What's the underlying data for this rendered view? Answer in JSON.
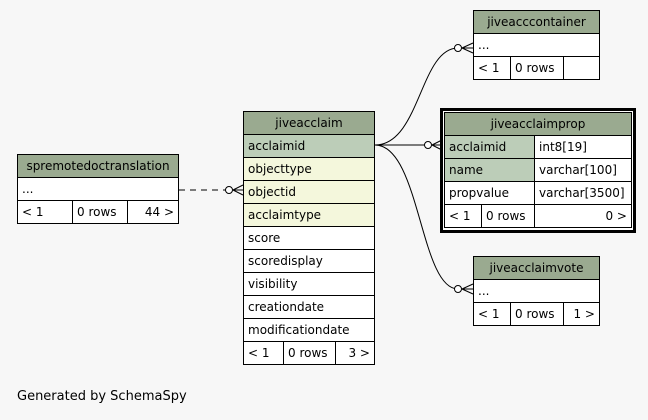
{
  "footer": "Generated by SchemaSpy",
  "tables": {
    "spremotedoctranslation": {
      "title": "spremotedoctranslation",
      "rows": [
        "..."
      ],
      "stats": [
        "< 1",
        "0 rows",
        "44 >"
      ]
    },
    "jiveacclaim": {
      "title": "jiveacclaim",
      "rows": [
        "acclaimid",
        "objecttype",
        "objectid",
        "acclaimtype",
        "score",
        "scoredisplay",
        "visibility",
        "creationdate",
        "modificationdate"
      ],
      "stats": [
        "< 1",
        "0 rows",
        "3 >"
      ]
    },
    "jiveacccontainer": {
      "title": "jiveacccontainer",
      "rows": [
        "..."
      ],
      "stats": [
        "< 1",
        "0 rows",
        ""
      ]
    },
    "jiveacclaimprop": {
      "title": "jiveacclaimprop",
      "columns": [
        {
          "name": "acclaimid",
          "type": "int8[19]"
        },
        {
          "name": "name",
          "type": "varchar[100]"
        },
        {
          "name": "propvalue",
          "type": "varchar[3500]"
        }
      ],
      "stats": [
        "< 1",
        "0 rows",
        "0 >"
      ]
    },
    "jiveacclaimvote": {
      "title": "jiveacclaimvote",
      "rows": [
        "..."
      ],
      "stats": [
        "< 1",
        "0 rows",
        "1 >"
      ]
    }
  },
  "colors": {
    "header": "#9aaa90",
    "primary_key": "#bccdb8",
    "foreign_key": "#f4f7dc",
    "background": "#f7f7f7"
  }
}
